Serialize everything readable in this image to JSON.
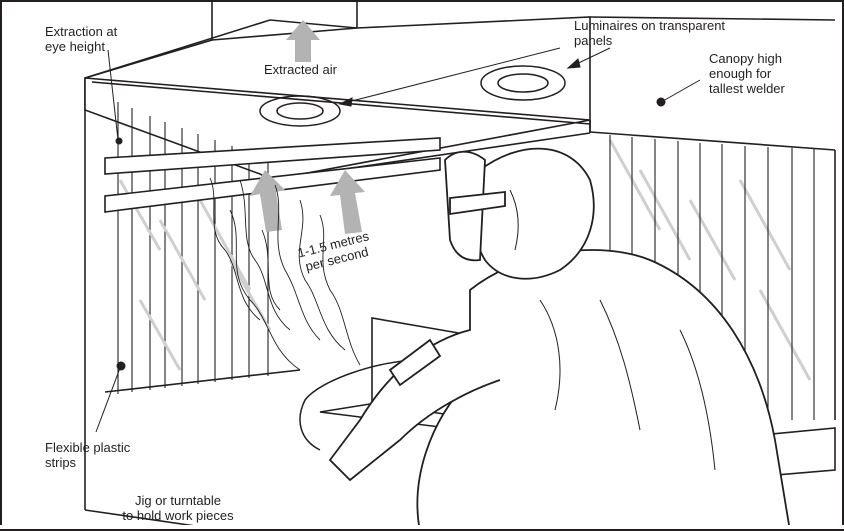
{
  "labels": {
    "extraction_eye": "Extraction at\neye height",
    "extracted_air": "Extracted air",
    "luminaires": "Luminaires on transparent\npanels",
    "canopy": "Canopy high\nenough for\ntallest welder",
    "velocity": "1-1.5 metres\nper second",
    "strips": "Flexible plastic\nstrips",
    "jig": "Jig or turntable\nto hold work pieces"
  },
  "colors": {
    "ink": "#231f20",
    "arrow": "#b3b3b3",
    "glass": "#cfcfcf",
    "frame": "#231f20"
  }
}
